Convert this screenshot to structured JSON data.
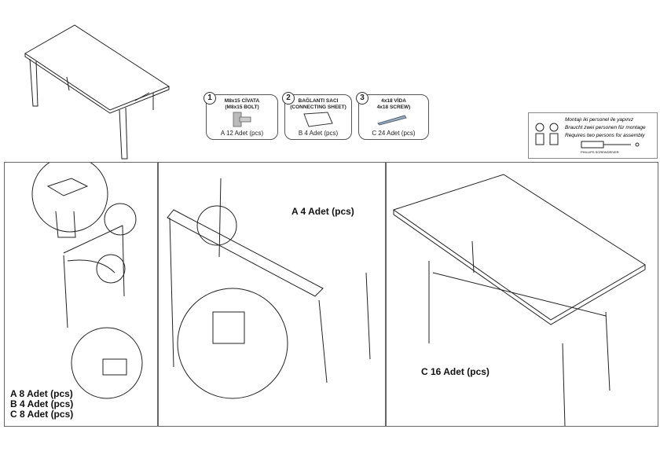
{
  "parts": [
    {
      "num": "1",
      "title_tr": "M8x15 CİVATA",
      "title_en": "(M8x15 BOLT)",
      "qty": "A  12 Adet (pcs)"
    },
    {
      "num": "2",
      "title_tr": "BAĞLANTI SACI",
      "title_en": "(CONNECTING SHEET)",
      "qty": "B  4 Adet (pcs)"
    },
    {
      "num": "3",
      "title_tr": "4x18 VİDA",
      "title_en": "4x18 SCREW)",
      "qty": "C  24 Adet (pcs)"
    }
  ],
  "note": {
    "line1": "Montajı iki personel ile yapınız",
    "line2": "Braucht zwei personen für montage",
    "line3": "Requires two persons for assembly",
    "tool": "PHILLIPS SCREWDRIVER"
  },
  "steps": [
    {
      "lines": [
        "A  8 Adet (pcs)",
        "B  4 Adet (pcs)",
        "C  8 Adet (pcs)"
      ]
    },
    {
      "lines": [
        "A  4 Adet (pcs)"
      ]
    },
    {
      "lines": [
        "C  16 Adet (pcs)"
      ]
    }
  ]
}
